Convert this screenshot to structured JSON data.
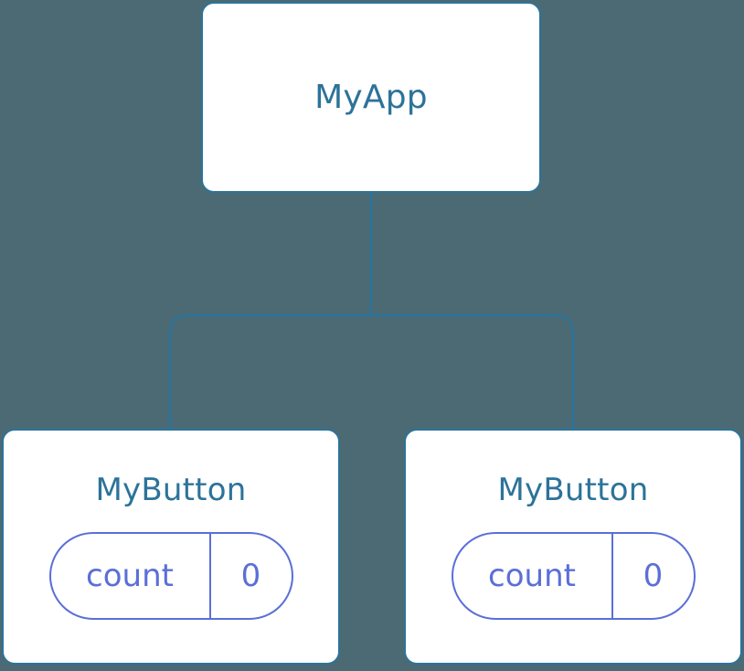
{
  "diagram": {
    "type": "component-tree",
    "background_color": "#4b6a74",
    "node_border_color": "#2c7399",
    "node_text_color": "#2c7399",
    "pill_color": "#5b6fd6",
    "edge_color": "#2c7399",
    "root": {
      "title": "MyApp"
    },
    "children": [
      {
        "title": "MyButton",
        "state": {
          "key": "count",
          "value": "0"
        }
      },
      {
        "title": "MyButton",
        "state": {
          "key": "count",
          "value": "0"
        }
      }
    ]
  }
}
